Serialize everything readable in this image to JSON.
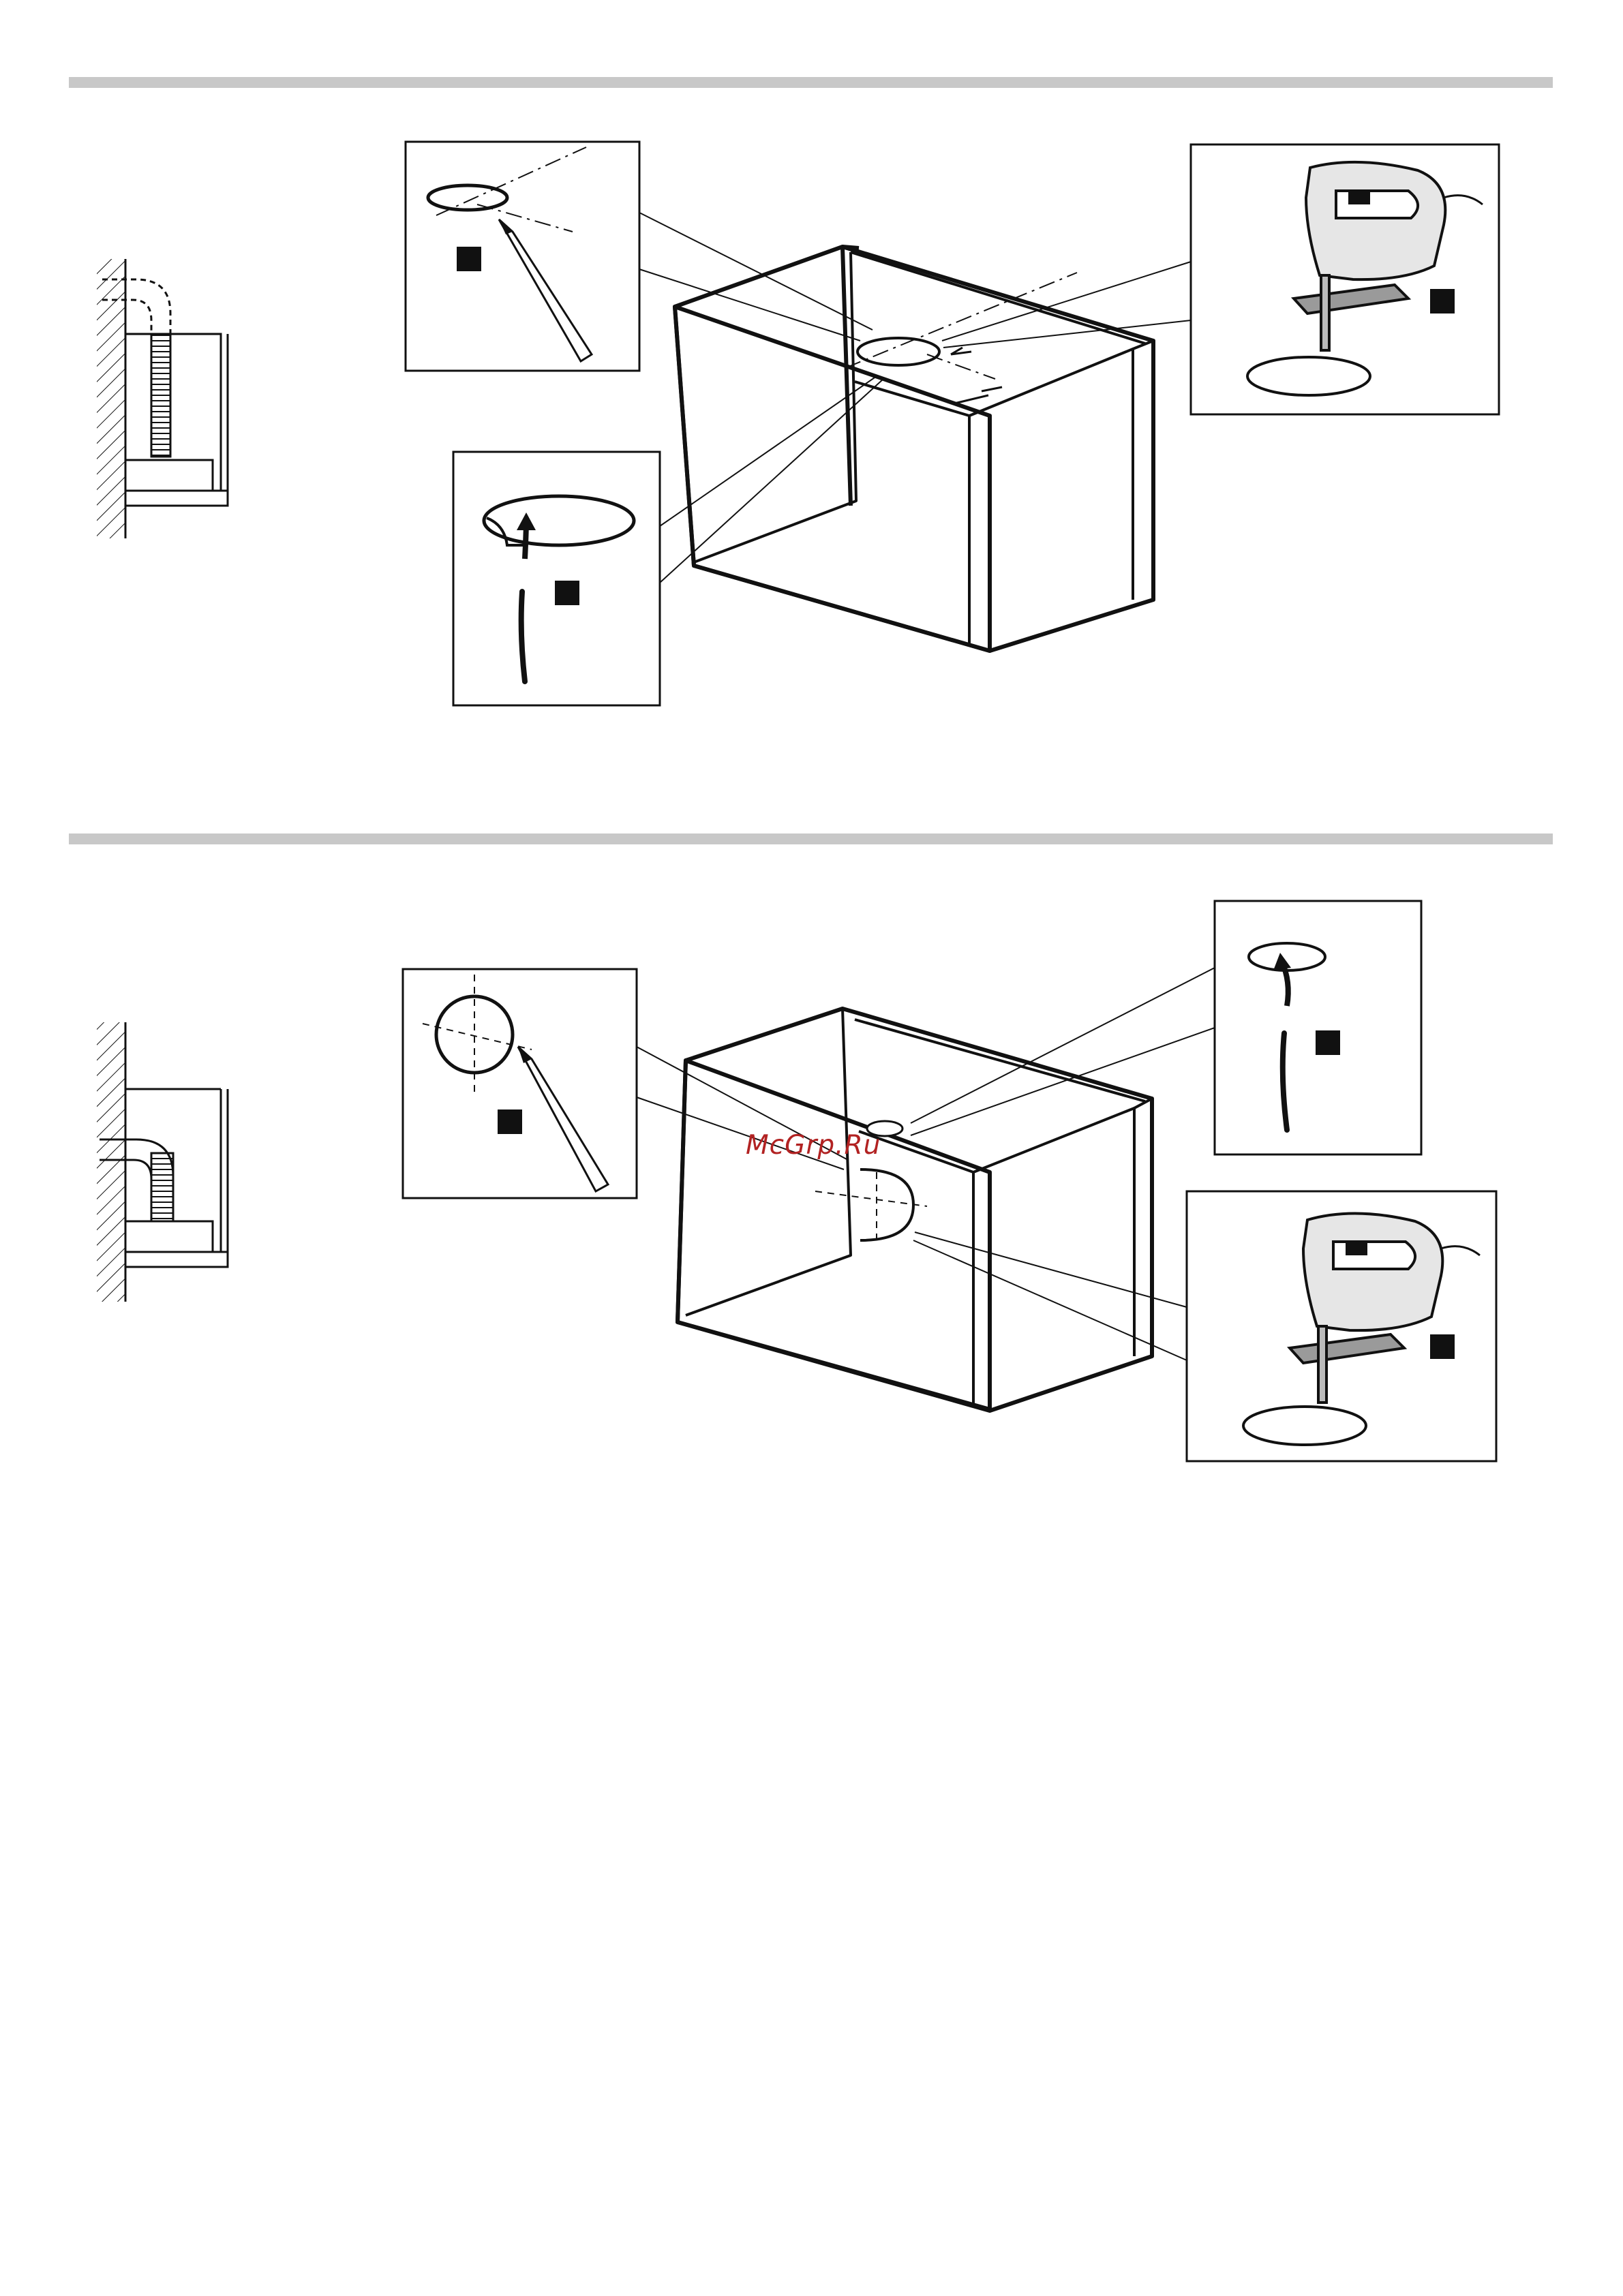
{
  "document": {
    "sections": [
      {
        "id": "top-exit",
        "description_visible": false
      },
      {
        "id": "rear-exit",
        "description_visible": false
      }
    ]
  },
  "watermark": {
    "text": "McGrp.Ru"
  },
  "colors": {
    "ink": "#111111",
    "rule": "#c8c8c8",
    "tool_body": "#e6e6e6",
    "tool_plate": "#9a9a9a",
    "watermark": "#b22222"
  }
}
